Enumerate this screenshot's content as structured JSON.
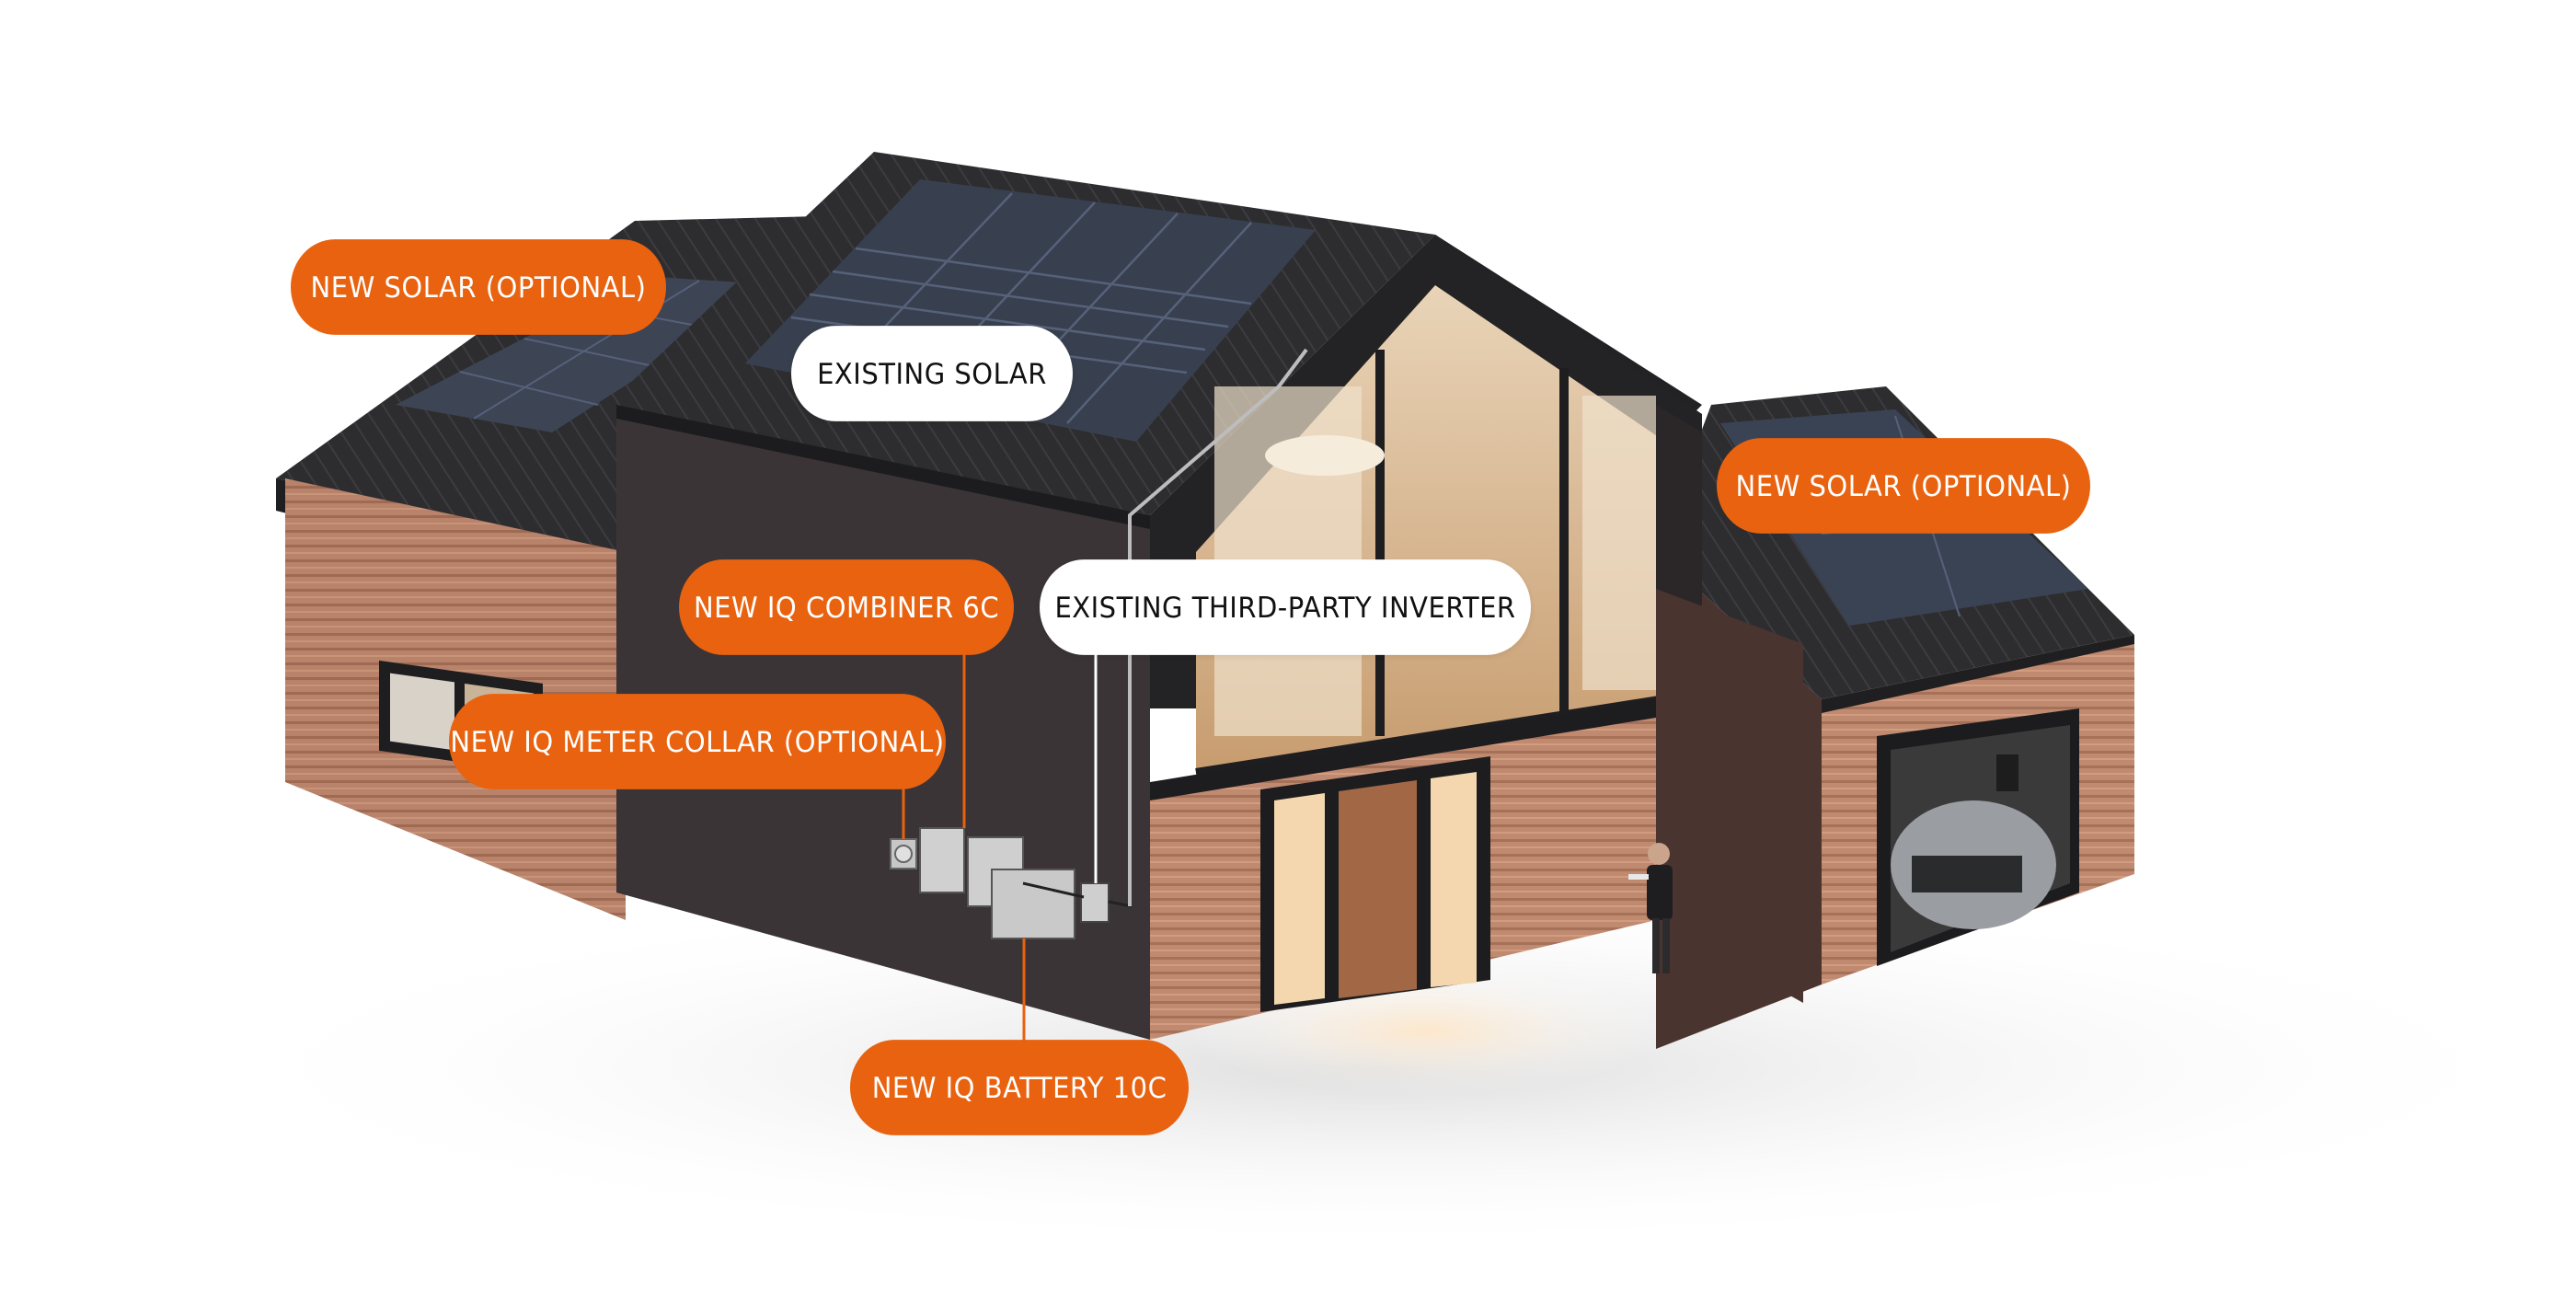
{
  "labels": {
    "new_solar_left": "NEW SOLAR (OPTIONAL)",
    "existing_solar": "EXISTING SOLAR",
    "new_solar_right": "NEW SOLAR (OPTIONAL)",
    "combiner": "NEW IQ COMBINER 6C",
    "inverter": "EXISTING THIRD-PARTY INVERTER",
    "meter_collar": "NEW IQ METER COLLAR (OPTIONAL)",
    "battery": "NEW IQ BATTERY 10C"
  },
  "colors": {
    "accent": "#e8620f",
    "label_white": "#ffffff",
    "roof": "#2b2b2d",
    "wall_dark": "#3a3436",
    "wood": "#b07a5c",
    "panel": "#3a4252"
  }
}
